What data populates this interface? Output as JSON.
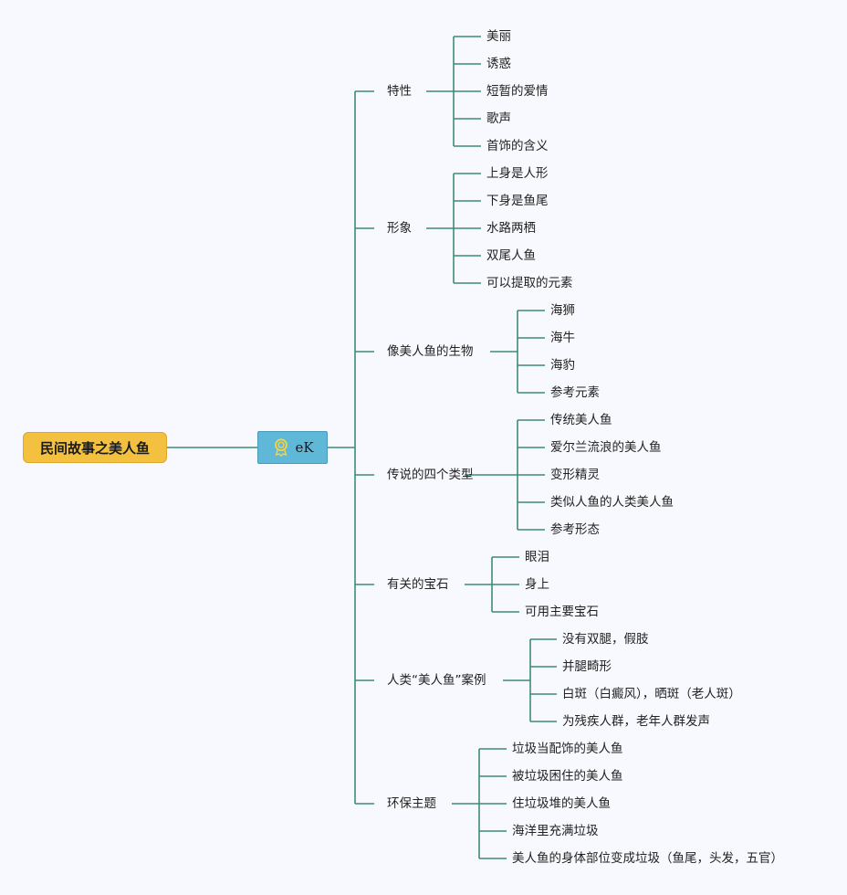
{
  "root": {
    "label": "民间故事之美人鱼"
  },
  "center": {
    "label": "eK",
    "icon": "ribbon-badge-icon"
  },
  "colors": {
    "line": "#3e8c73",
    "root_fill": "#f3c03f",
    "center_fill": "#5fb8d8"
  },
  "branches": [
    {
      "label": "特性",
      "children": [
        "美丽",
        "诱惑",
        "短暂的爱情",
        "歌声",
        "首饰的含义"
      ]
    },
    {
      "label": "形象",
      "children": [
        "上身是人形",
        "下身是鱼尾",
        "水路两栖",
        "双尾人鱼",
        "可以提取的元素"
      ]
    },
    {
      "label": "像美人鱼的生物",
      "children": [
        "海狮",
        "海牛",
        "海豹",
        "参考元素"
      ]
    },
    {
      "label": "传说的四个类型",
      "children": [
        "传统美人鱼",
        "爱尔兰流浪的美人鱼",
        "变形精灵",
        "类似人鱼的人类美人鱼",
        "参考形态"
      ]
    },
    {
      "label": "有关的宝石",
      "children": [
        "眼泪",
        "身上",
        "可用主要宝石"
      ]
    },
    {
      "label": "人类“美人鱼”案例",
      "children": [
        "没有双腿，假肢",
        "并腿畸形",
        "白斑（白癜风），晒斑（老人斑）",
        "为残疾人群，老年人群发声"
      ]
    },
    {
      "label": "环保主题",
      "children": [
        "垃圾当配饰的美人鱼",
        "被垃圾困住的美人鱼",
        "住垃圾堆的美人鱼",
        "海洋里充满垃圾",
        "美人鱼的身体部位变成垃圾（鱼尾，头发，五官）"
      ]
    }
  ]
}
